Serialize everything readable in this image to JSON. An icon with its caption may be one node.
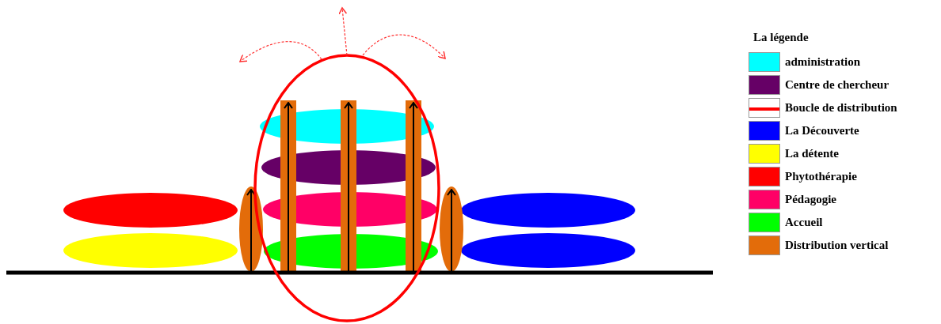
{
  "diagram": {
    "labels": [
      "La légende"
    ],
    "legend": [
      {
        "text": "administration",
        "color": "#00ffff"
      },
      {
        "text": "Centre de chercheur",
        "color": "#660066"
      },
      {
        "text": "Boucle de distribution"
      },
      {
        "text": "La Découverte",
        "color": "#0000ff"
      },
      {
        "text": "La détente",
        "color": "#ffff00"
      },
      {
        "text": "Phytothérapie",
        "color": "#ff0000"
      },
      {
        "text": "Pédagogie",
        "color": "#ff0066"
      },
      {
        "text": "Accueil",
        "color": "#00ff00"
      },
      {
        "text": "Distribution vertical",
        "color": "#e36c0a"
      }
    ]
  }
}
